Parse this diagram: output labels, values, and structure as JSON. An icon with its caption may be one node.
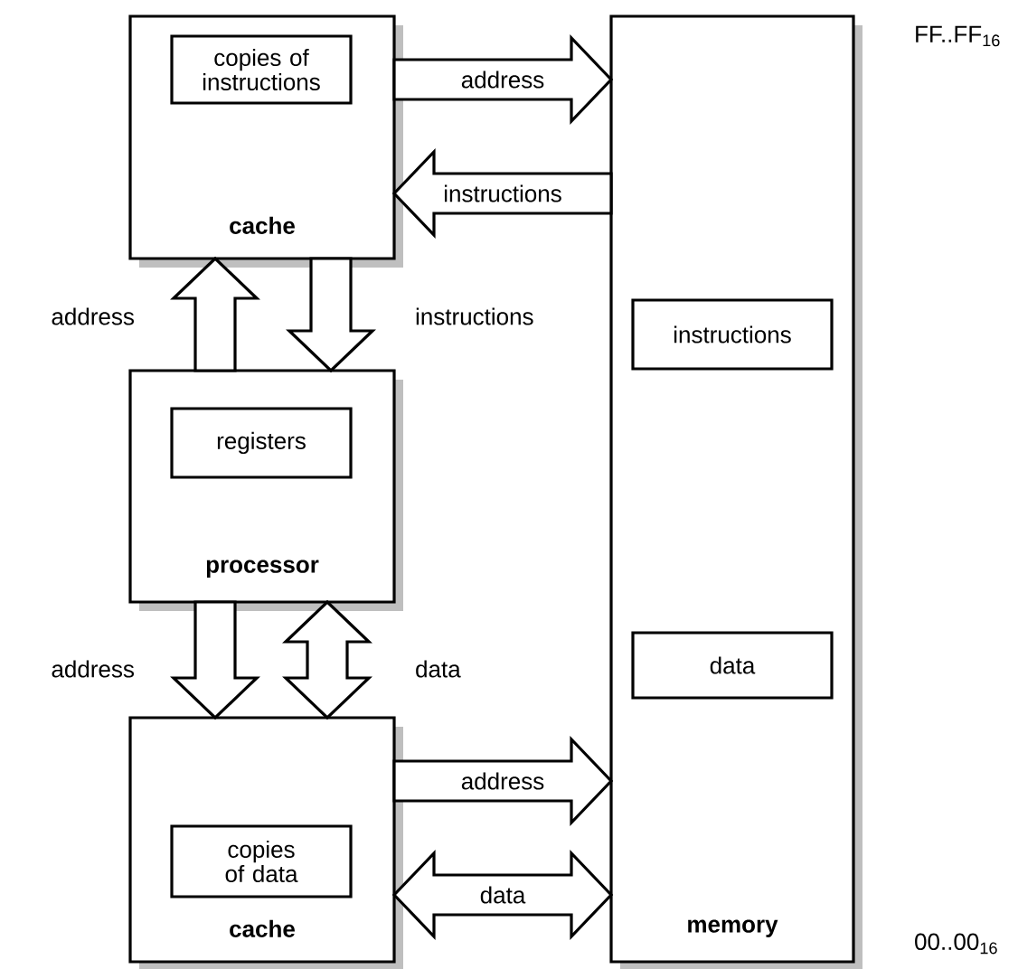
{
  "diagram": {
    "nodes": [
      {
        "text": [
          "cache"
        ]
      },
      {
        "text": [
          "copies of instructions"
        ],
        "in": 0
      },
      {
        "text": [
          "processor"
        ]
      },
      {
        "text": [
          "registers"
        ],
        "in": 2
      },
      {
        "text": [
          "cache"
        ]
      },
      {
        "text": [
          "copies of data"
        ],
        "in": 4
      },
      {
        "text": [
          "memory"
        ]
      },
      {
        "text": [
          "instructions"
        ],
        "in": 6
      },
      {
        "text": [
          "data"
        ],
        "in": 6
      }
    ],
    "edges": [
      {
        "from": 0,
        "to": 6,
        "arrow": "to",
        "label": "address"
      },
      {
        "from": 6,
        "to": 0,
        "arrow": "to",
        "label": "instructions"
      },
      {
        "from": 2,
        "to": 0,
        "arrow": "to",
        "label": "address"
      },
      {
        "from": 0,
        "to": 2,
        "arrow": "to",
        "label": "instructions"
      },
      {
        "from": 2,
        "to": 4,
        "arrow": "to",
        "label": "address"
      },
      {
        "from": 2,
        "to": 4,
        "arrow": "both",
        "label": "data"
      },
      {
        "from": 4,
        "to": 6,
        "arrow": "to",
        "label": "address"
      },
      {
        "from": 4,
        "to": 6,
        "arrow": "both",
        "label": "data"
      }
    ],
    "labels": [
      "FF..FF$_{16}$",
      "00..00$_{16}$"
    ]
  }
}
